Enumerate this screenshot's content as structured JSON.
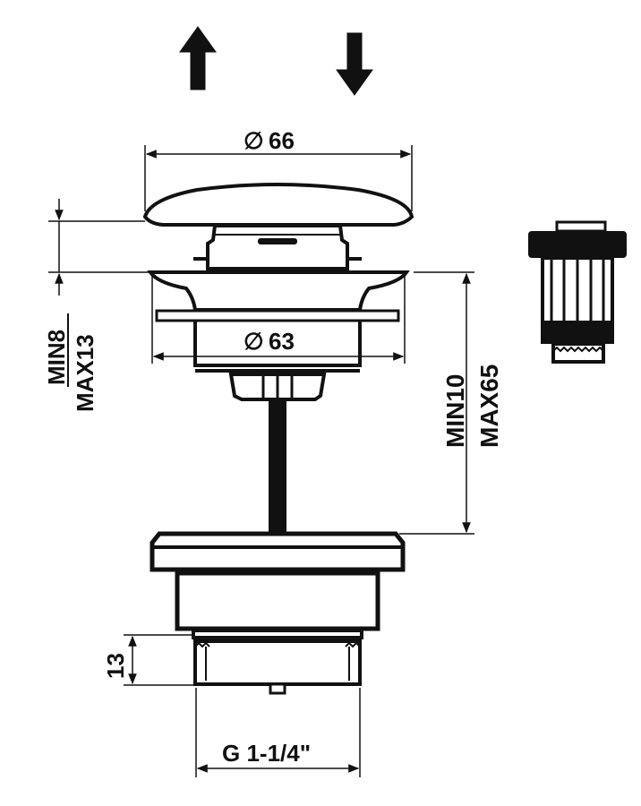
{
  "drawing": {
    "dimensions": {
      "cap_diameter": {
        "symbol": "∅",
        "value": "66"
      },
      "flange_diameter": {
        "symbol": "∅",
        "value": "63"
      },
      "cap_height_min": "MIN8",
      "cap_height_max": "MAX13",
      "body_length_min": "MIN10",
      "body_length_max": "MAX65",
      "thread_length": "13",
      "thread_spec": "G 1-1/4\""
    },
    "icons": [
      "arrow-up-icon",
      "arrow-down-icon",
      "filter-insert-icon"
    ]
  }
}
